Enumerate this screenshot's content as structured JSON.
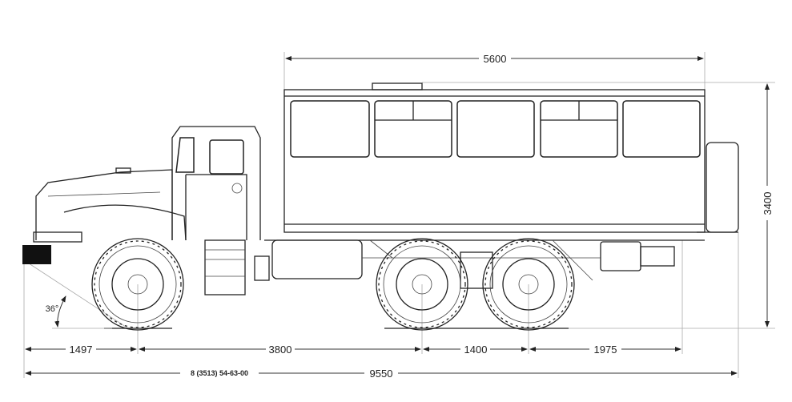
{
  "drawing": {
    "dimensions": {
      "body_length": "5600",
      "height": "3400",
      "front_overhang": "1497",
      "wheelbase_front": "3800",
      "rear_axle_spacing": "1400",
      "rear_overhang": "1975",
      "total_length": "9550",
      "approach_angle": "36°"
    },
    "phone_label": "8 (3513) 54-63-00"
  }
}
